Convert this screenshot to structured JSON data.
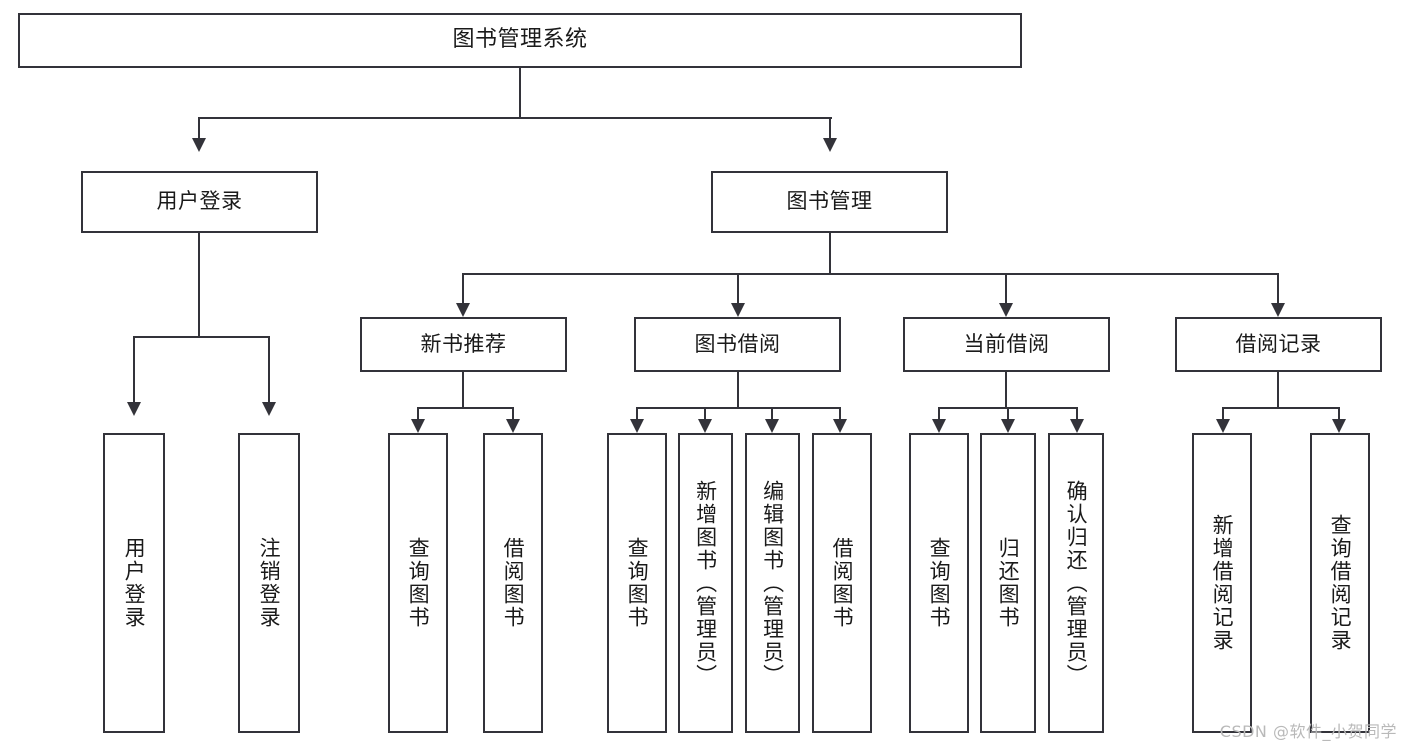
{
  "diagram": {
    "type": "tree",
    "title": "图书管理系统",
    "root": {
      "label": "图书管理系统"
    },
    "level2": [
      {
        "label": "用户登录"
      },
      {
        "label": "图书管理"
      }
    ],
    "level3": [
      {
        "label": "新书推荐"
      },
      {
        "label": "图书借阅"
      },
      {
        "label": "当前借阅"
      },
      {
        "label": "借阅记录"
      }
    ],
    "leaves": {
      "user_login": [
        {
          "label": "用户登录"
        },
        {
          "label": "注销登录"
        }
      ],
      "new_book": [
        {
          "label": "查询图书"
        },
        {
          "label": "借阅图书"
        }
      ],
      "book_borrow": [
        {
          "label": "查询图书"
        },
        {
          "label": "新增图书（管理员）"
        },
        {
          "label": "编辑图书（管理员）"
        },
        {
          "label": "借阅图书"
        }
      ],
      "current_borrow": [
        {
          "label": "查询图书"
        },
        {
          "label": "归还图书"
        },
        {
          "label": "确认归还（管理员）"
        }
      ],
      "borrow_record": [
        {
          "label": "新增借阅记录"
        },
        {
          "label": "查询借阅记录"
        }
      ]
    }
  },
  "watermark": {
    "text": "CSDN @软件_小贺同学"
  },
  "colors": {
    "stroke": "#33333a",
    "fill": "#ffffff",
    "text": "#1a1a1a",
    "watermark": "#b9b9b9"
  }
}
